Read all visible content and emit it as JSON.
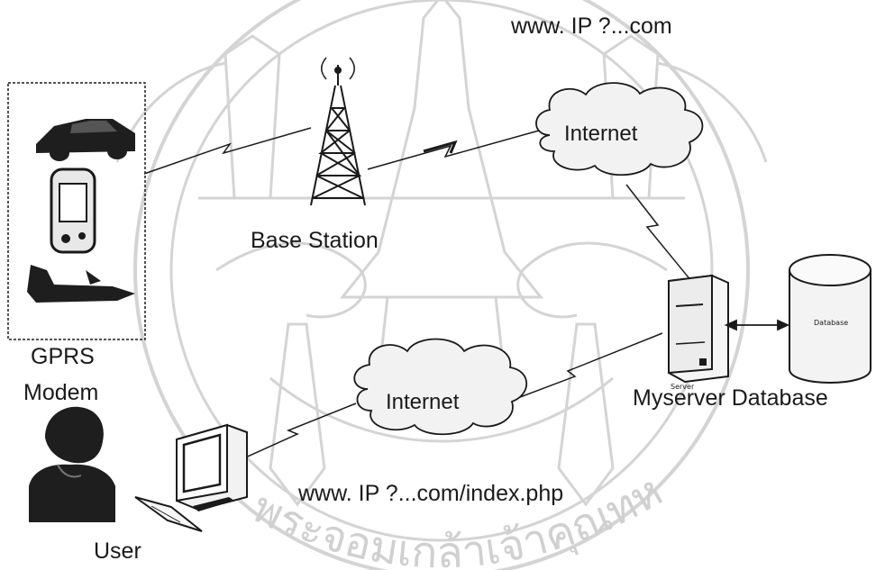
{
  "labels": {
    "url_top": "www. IP ?...com",
    "url_bottom": "www. IP ?...com/index.php",
    "base_station": "Base Station",
    "gprs_line1": "GPRS",
    "gprs_line2": "Modem",
    "myserver_database": "Myserver Database",
    "user": "User",
    "cloud_top": "Internet",
    "cloud_bottom": "Internet",
    "server_caption": "Server",
    "database_caption": "Database"
  },
  "watermark": {
    "arc_text": "พระจอมเกล้าเจ้าคุณทห",
    "color": "#cfcfcf"
  },
  "colors": {
    "line": "#1a1a1a",
    "device_fill": "#1e1e1e",
    "shade": "#e6e6e6"
  },
  "icons": [
    "car-icon",
    "pda-icon",
    "airplane-icon",
    "tower-icon",
    "cloud-icon",
    "server-icon",
    "database-icon",
    "user-icon",
    "monitor-icon",
    "keyboard-icon"
  ]
}
